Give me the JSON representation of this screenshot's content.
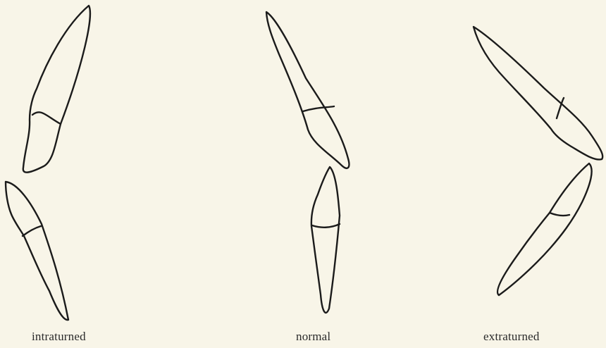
{
  "labels": {
    "intraturned": "intraturned",
    "normal": "normal",
    "extraturned": "extraturned"
  }
}
